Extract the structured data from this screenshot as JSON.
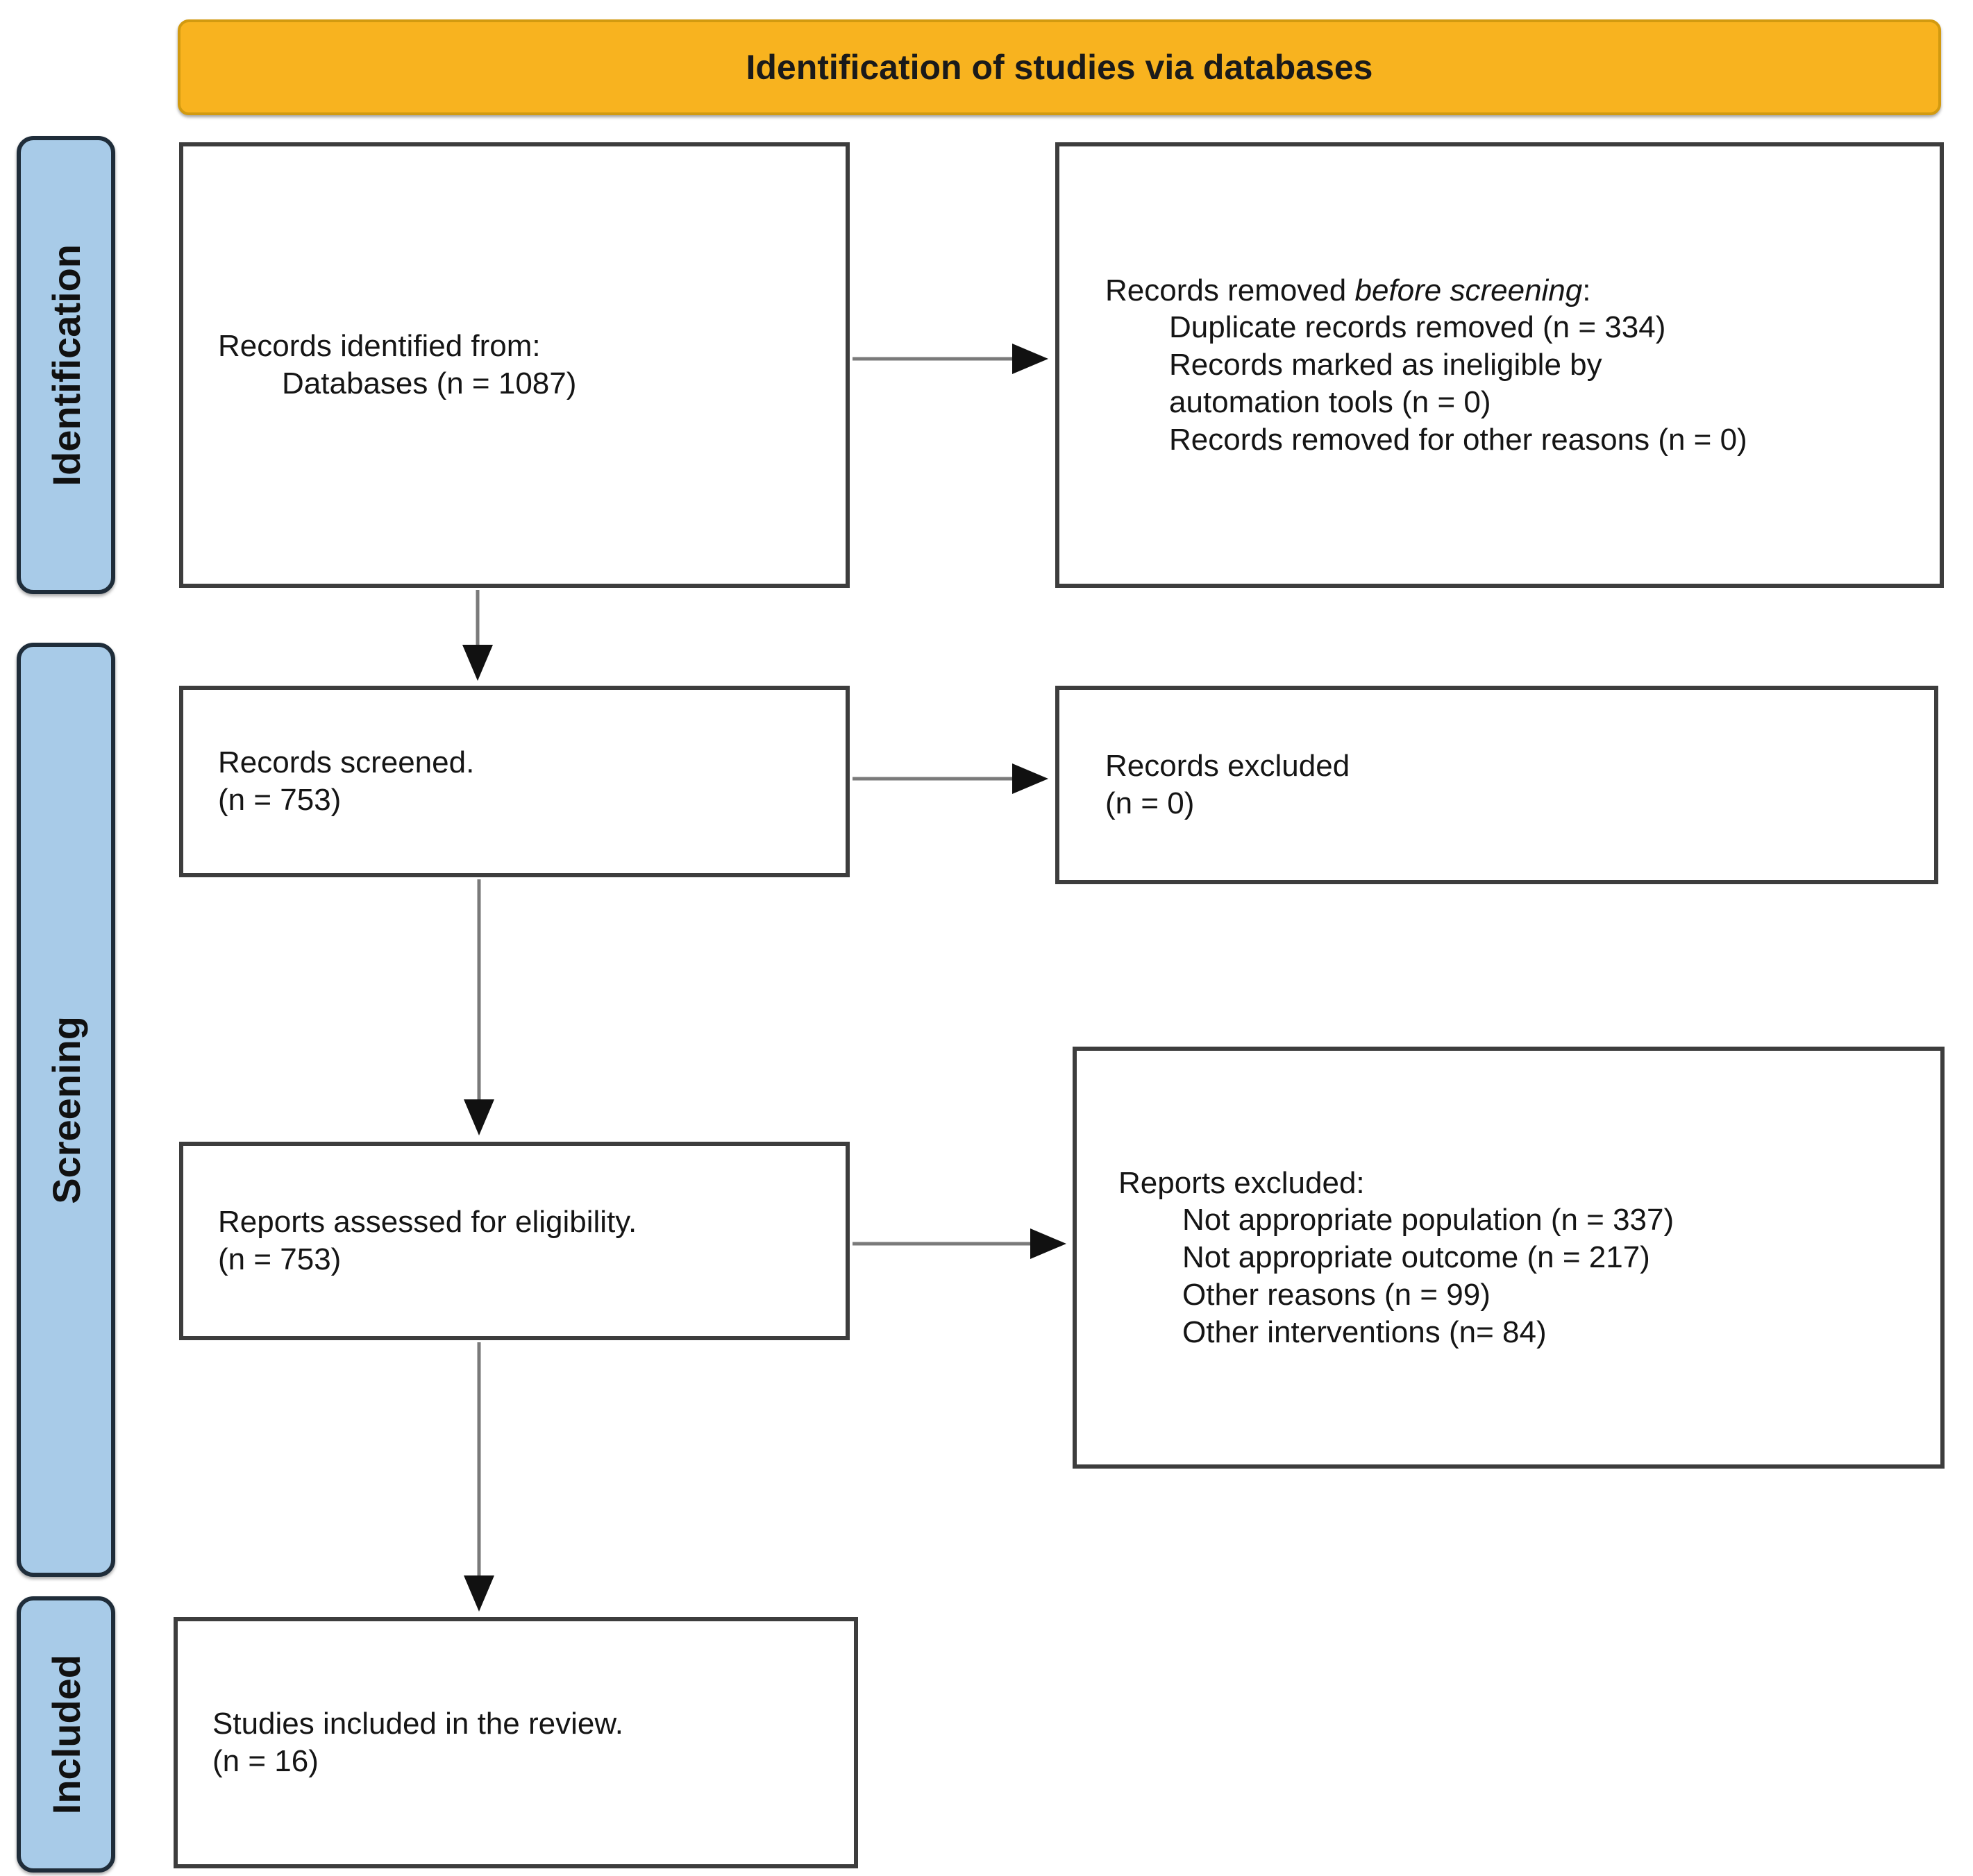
{
  "header": {
    "title": "Identification of studies via databases"
  },
  "sidebar": {
    "stages": [
      {
        "label": "Identification"
      },
      {
        "label": "Screening"
      },
      {
        "label": "Included"
      }
    ]
  },
  "boxes": {
    "identified": {
      "line1": "Records identified from:",
      "line2": "Databases (n = 1087)"
    },
    "removed": {
      "intro_prefix": "Records removed ",
      "intro_italic": "before screening",
      "intro_suffix": ":",
      "items": [
        "Duplicate records removed (n = 334)",
        "Records marked as ineligible by\nautomation tools (n = 0)",
        "Records removed for other reasons (n = 0)"
      ]
    },
    "screened": {
      "line1": "Records screened.",
      "line2": "(n = 753)"
    },
    "records_excluded": {
      "line1": "Records excluded",
      "line2": "(n = 0)"
    },
    "assessed": {
      "line1": "Reports assessed for eligibility.",
      "line2": "(n = 753)"
    },
    "reports_excluded": {
      "title": "Reports excluded:",
      "items": [
        "Not appropriate population (n = 337)",
        "Not appropriate outcome (n = 217)",
        "Other reasons (n = 99)",
        "Other interventions (n= 84)"
      ]
    },
    "included": {
      "line1": "Studies included in the review.",
      "line2": "(n = 16)"
    }
  },
  "colors": {
    "header_bg": "#F8B31F",
    "header_text": "#1a1a1a",
    "stage_bg": "#A8CBE8",
    "stage_border": "#1f2d3a",
    "box_border": "#3d3d3d",
    "arrow_line": "#7a7a7a",
    "arrow_head": "#111111"
  }
}
